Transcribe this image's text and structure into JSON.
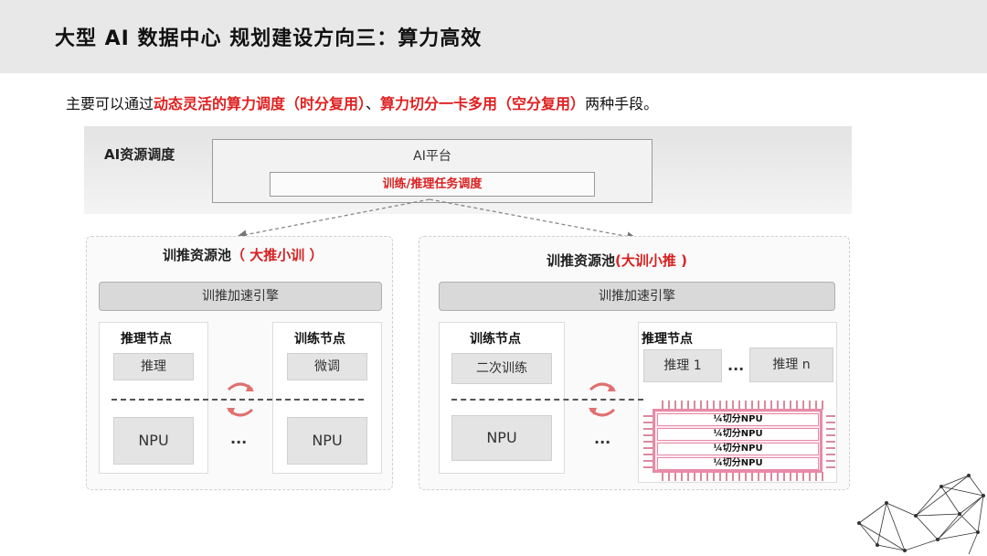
{
  "page": {
    "title": "大型 AI 数据中心 规划建设方向三：算力高效",
    "intro": {
      "before": "主要可以通过",
      "highlight1": "动态灵活的算力调度（时分复用）",
      "middle": "、",
      "highlight2": "算力切分一卡多用（空分复用）",
      "after": "两种手段。"
    }
  },
  "diagram": {
    "scheduling_label": "AI资源调度",
    "platform_label": "AI平台",
    "task_scheduler": "训练/推理任务调度",
    "pools": [
      {
        "title": "训推资源池",
        "title_tag": "（ 大推小训 ）",
        "engine": "训推加速引擎",
        "left_node": {
          "title": "推理节点",
          "task": "推理",
          "npu": "NPU"
        },
        "right_node": {
          "title": "训练节点",
          "task": "微调",
          "npu": "NPU"
        },
        "ellipsis": "..."
      },
      {
        "title": "训推资源池",
        "title_tag": "(大训小推 )",
        "engine": "训推加速引擎",
        "left_node": {
          "title": "训练节点",
          "task": "二次训练",
          "npu": "NPU"
        },
        "right_node": {
          "title": "推理节点",
          "task_1": "推理 1",
          "task_n": "推理 n",
          "task_ellipsis": "...",
          "npu_slices": [
            "¼切分NPU",
            "¼切分NPU",
            "¼切分NPU",
            "¼切分NPU"
          ]
        },
        "ellipsis": "..."
      }
    ]
  },
  "colors": {
    "accent_red": "#e02020",
    "title_band": "#e8e8e8",
    "npu_chip_border": "#e88aa8"
  },
  "icons": [
    "cycle-arrows-icon",
    "dashed-arrow-icon",
    "network-mesh-icon"
  ]
}
